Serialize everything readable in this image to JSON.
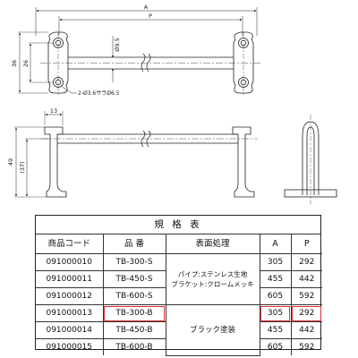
{
  "drawing": {
    "dim_a": "A",
    "dim_p": "P",
    "dim_36": "36",
    "dim_26": "26",
    "dim_phi": "Ø9.5",
    "hole_note": "2-Ø3.6サラØ6.5",
    "dim_13": "13",
    "dim_49": "49",
    "dim_37": "(37)"
  },
  "spec": {
    "title": "規 格 表",
    "headers": [
      "商品コード",
      "品 番",
      "表面処理",
      "A",
      "P"
    ],
    "rows": [
      {
        "code": "091000010",
        "model": "TB-300-S",
        "a": "305",
        "p": "292"
      },
      {
        "code": "091000011",
        "model": "TB-450-S",
        "a": "455",
        "p": "442"
      },
      {
        "code": "091000012",
        "model": "TB-600-S",
        "a": "605",
        "p": "592"
      },
      {
        "code": "091000013",
        "model": "TB-300-B",
        "a": "305",
        "p": "292"
      },
      {
        "code": "091000014",
        "model": "TB-450-B",
        "a": "455",
        "p": "442"
      },
      {
        "code": "091000015",
        "model": "TB-600-B",
        "a": "605",
        "p": "592"
      }
    ],
    "finish_s_line1": "パイプ:ステンレス生地",
    "finish_s_line2": "ブラケット:クロームメッキ",
    "finish_b": "ブラック塗装",
    "highlight_color": "#dd3333"
  }
}
